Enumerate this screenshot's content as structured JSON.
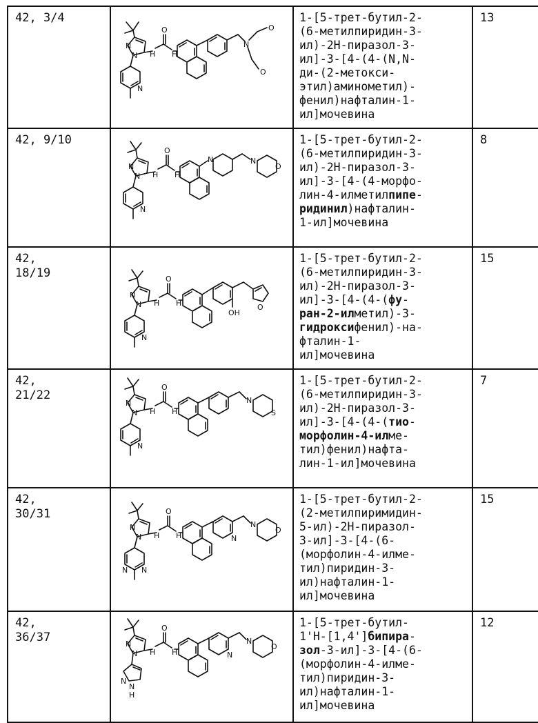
{
  "rows": [
    {
      "example": [
        "42, 3/4"
      ],
      "name": [
        "1-[5-трет-бутил-2-",
        "(6-метилпиридин-3-",
        "ил)-2Н-пиразол-3-",
        "ил]-3-[4-(4-(N,N-",
        "ди-(2-метокси-",
        "этил)аминометил)-",
        "фенил)нафталин-1-",
        "ил]мочевина"
      ],
      "value": "13",
      "structure_labels": {
        "n1": "N",
        "n2": "N",
        "nh1": "H",
        "nh2": "H",
        "o": "O",
        "n_ring": "N",
        "n_amine": "N",
        "o1": "O",
        "o2": "O"
      }
    },
    {
      "example": [
        "42, 9/10"
      ],
      "name": [
        "1-[5-трет-бутил-2-",
        "(6-метилпиридин-3-",
        "ил)-2Н-пиразол-3-",
        "ил]-3-[4-(4-морфо-",
        "лин-4-илметилпипе-",
        "ридинил)нафталин-",
        "1-ил]мочевина"
      ],
      "value": "8",
      "structure_labels": {
        "n1": "N",
        "n2": "N",
        "nh1": "H",
        "nh2": "H",
        "o": "O",
        "n_ring": "N",
        "n_pip": "N",
        "n_morph": "N",
        "o_morph": "O"
      }
    },
    {
      "example": [
        "42,",
        "18/19"
      ],
      "name": [
        "1-[5-трет-бутил-2-",
        "(6-метилпиридин-3-",
        "ил)-2Н-пиразол-3-",
        "ил]-3-[4-(4-(фу-",
        "ран-2-илметил)-3-",
        "гидроксифенил)-на-",
        "фталин-1-",
        "ил]мочевина"
      ],
      "value": "15",
      "structure_labels": {
        "n1": "N",
        "n2": "N",
        "nh1": "H",
        "nh2": "H",
        "o": "O",
        "n_ring": "N",
        "oh": "OH",
        "o_furan": "O"
      }
    },
    {
      "example": [
        "42,",
        "21/22"
      ],
      "name": [
        "1-[5-трет-бутил-2-",
        "(6-метилпиридин-3-",
        "ил)-2Н-пиразол-3-",
        "ил]-3-[4-(4-(тио-",
        "морфолин-4-илме-",
        "тил)фенил)нафта-",
        "лин-1-ил]мочевина"
      ],
      "value": "7",
      "structure_labels": {
        "n1": "N",
        "n2": "N",
        "nh1": "H",
        "nh2": "H",
        "o": "O",
        "n_ring": "N",
        "n_thio": "N",
        "s": "S"
      }
    },
    {
      "example": [
        "42,",
        "30/31"
      ],
      "name": [
        "1-[5-трет-бутил-2-",
        "(2-метилпиримидин-",
        "5-ил)-2Н-пиразол-",
        "3-ил]-3-[4-(6-",
        "(морфолин-4-илме-",
        "тил)пиридин-3-",
        "ил)нафталин-1-",
        "ил]мочевина"
      ],
      "value": "15",
      "structure_labels": {
        "n1": "N",
        "n2": "N",
        "nh1": "H",
        "nh2": "H",
        "o": "O",
        "n_pym1": "N",
        "n_pym2": "N",
        "n_pyr": "N",
        "n_morph": "N",
        "o_morph": "O"
      }
    },
    {
      "example": [
        "42,",
        "36/37"
      ],
      "name": [
        "1-[5-трет-бутил-",
        "1'Н-[1,4']бипира-",
        "зол-3-ил]-3-[4-(6-",
        "(морфолин-4-илме-",
        "тил)пиридин-3-",
        "ил)нафталин-1-",
        "ил]мочевина"
      ],
      "value": "12",
      "structure_labels": {
        "n1": "N",
        "n2": "N",
        "nh1": "H",
        "nh2": "H",
        "o": "O",
        "n_pz1": "N",
        "n_pz2": "N",
        "nh_pz": "H",
        "n_pyr": "N",
        "n_morph": "N",
        "o_morph": "O"
      }
    }
  ],
  "bold_fragments": {
    "1": [
      "пипе",
      "ридинил"
    ],
    "2": [
      "фу",
      "ран-2-ил",
      "гидрокси"
    ],
    "3": [
      "тио",
      "морфолин-4-ил"
    ],
    "5": [
      "бипира",
      "зол"
    ]
  }
}
